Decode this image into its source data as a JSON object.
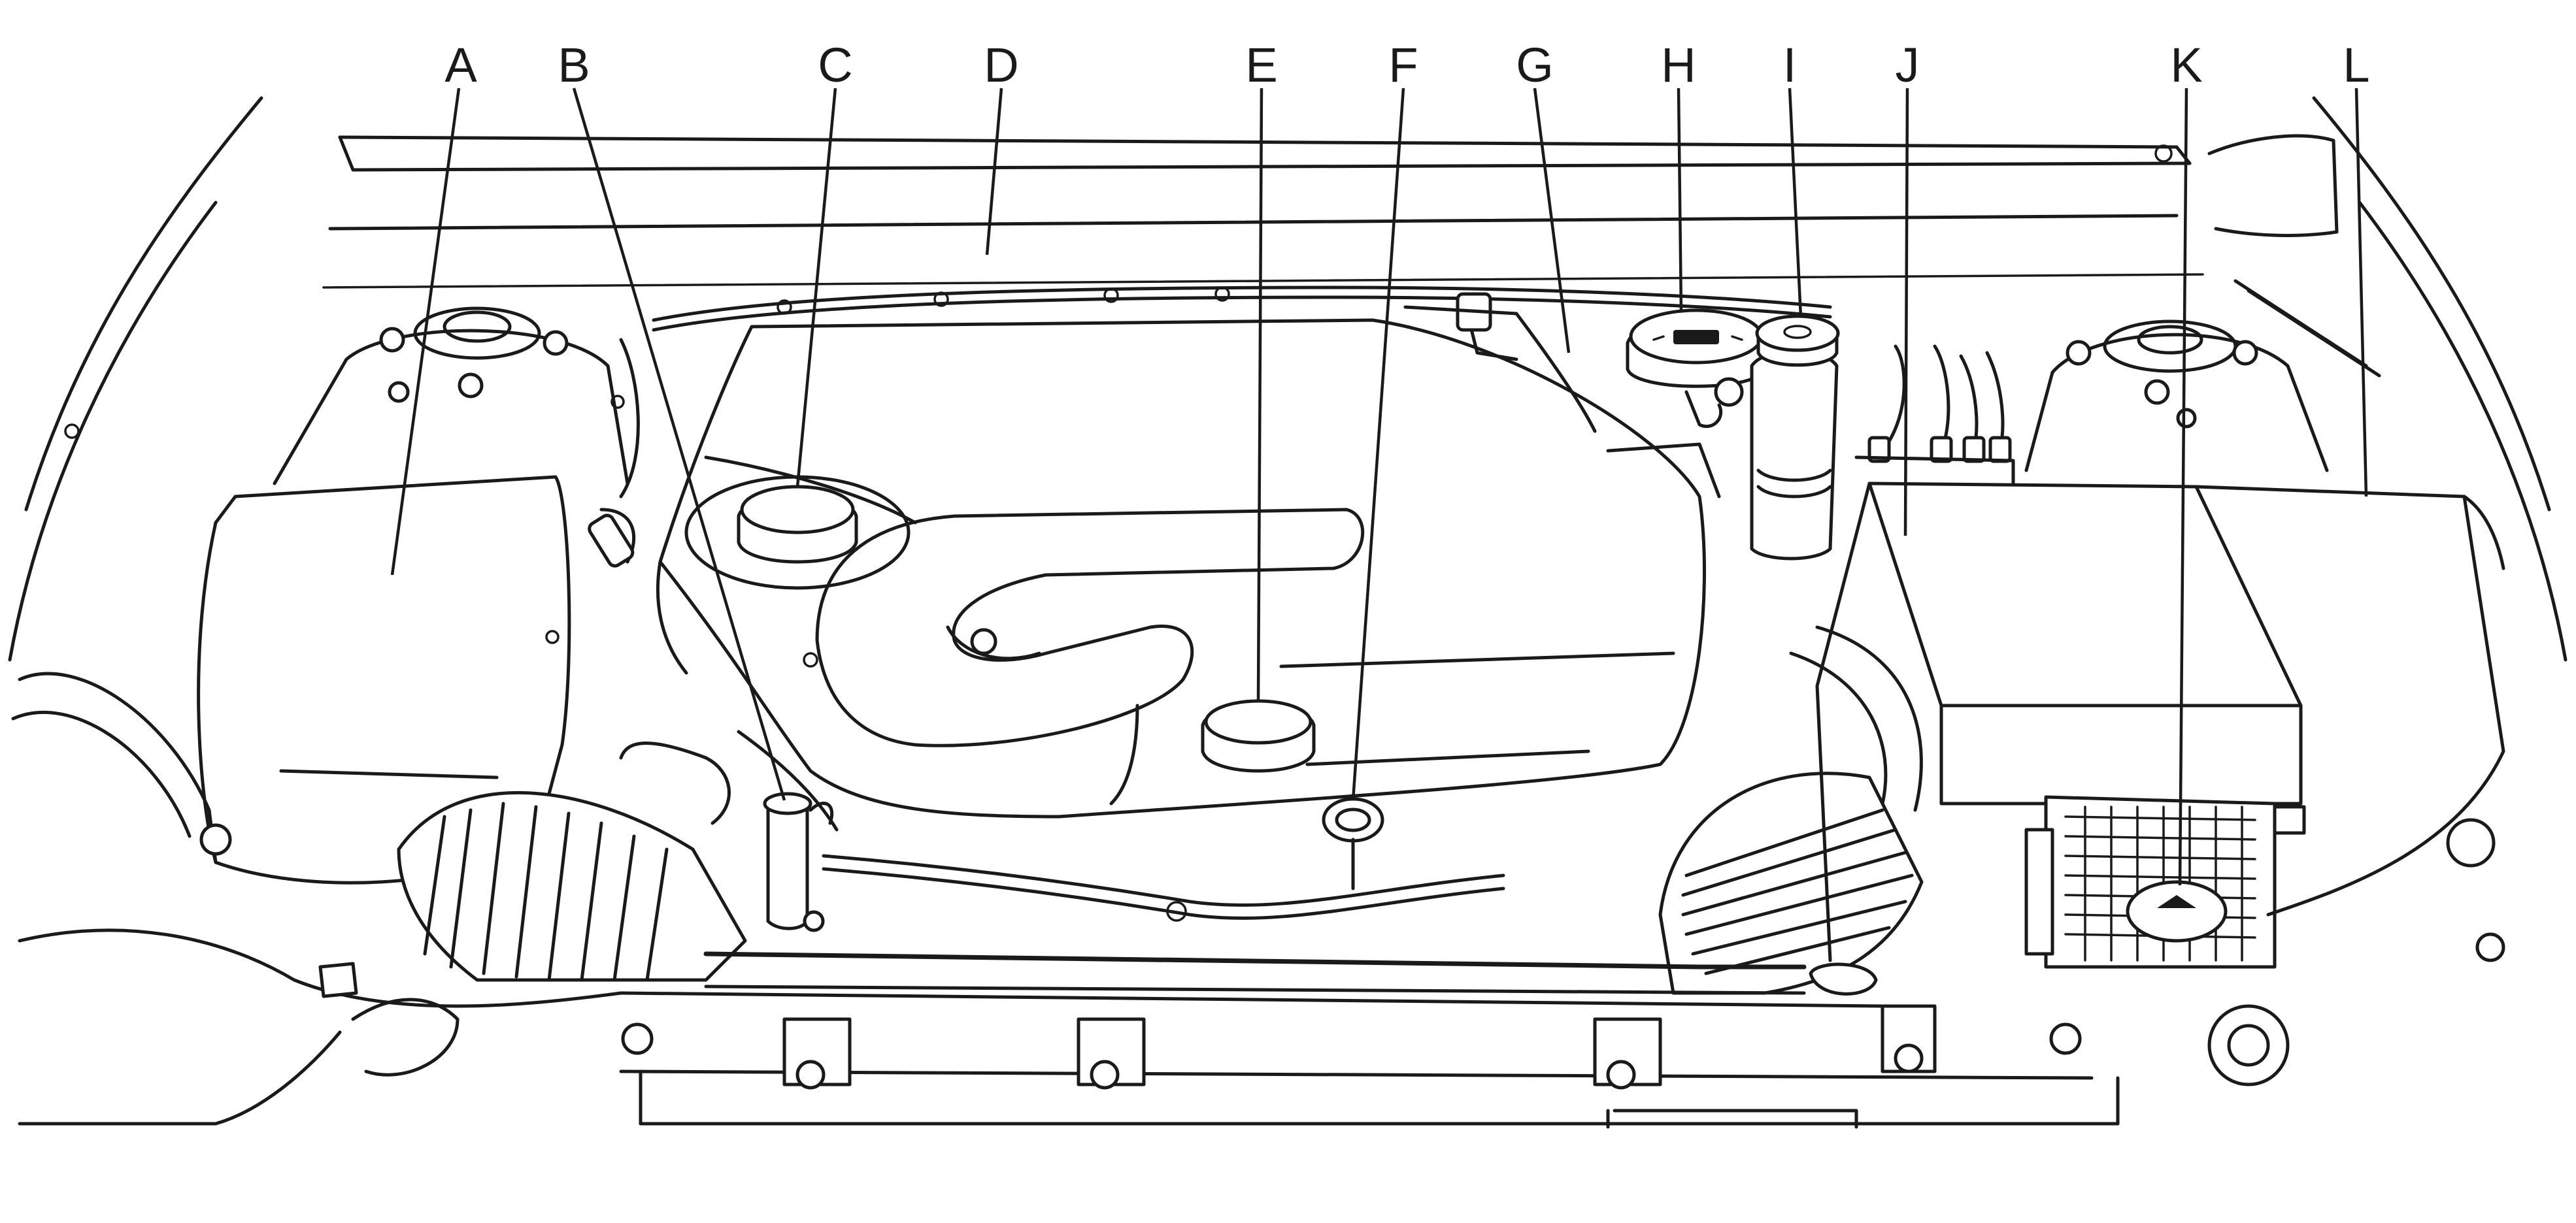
{
  "figure": {
    "callouts": [
      {
        "id": "A",
        "text": "A"
      },
      {
        "id": "B",
        "text": "B"
      },
      {
        "id": "C",
        "text": "C"
      },
      {
        "id": "D",
        "text": "D"
      },
      {
        "id": "E",
        "text": "E"
      },
      {
        "id": "F",
        "text": "F"
      },
      {
        "id": "G",
        "text": "G"
      },
      {
        "id": "H",
        "text": "H"
      },
      {
        "id": "I",
        "text": "I"
      },
      {
        "id": "J",
        "text": "J"
      },
      {
        "id": "K",
        "text": "K"
      },
      {
        "id": "L",
        "text": "L"
      }
    ]
  }
}
